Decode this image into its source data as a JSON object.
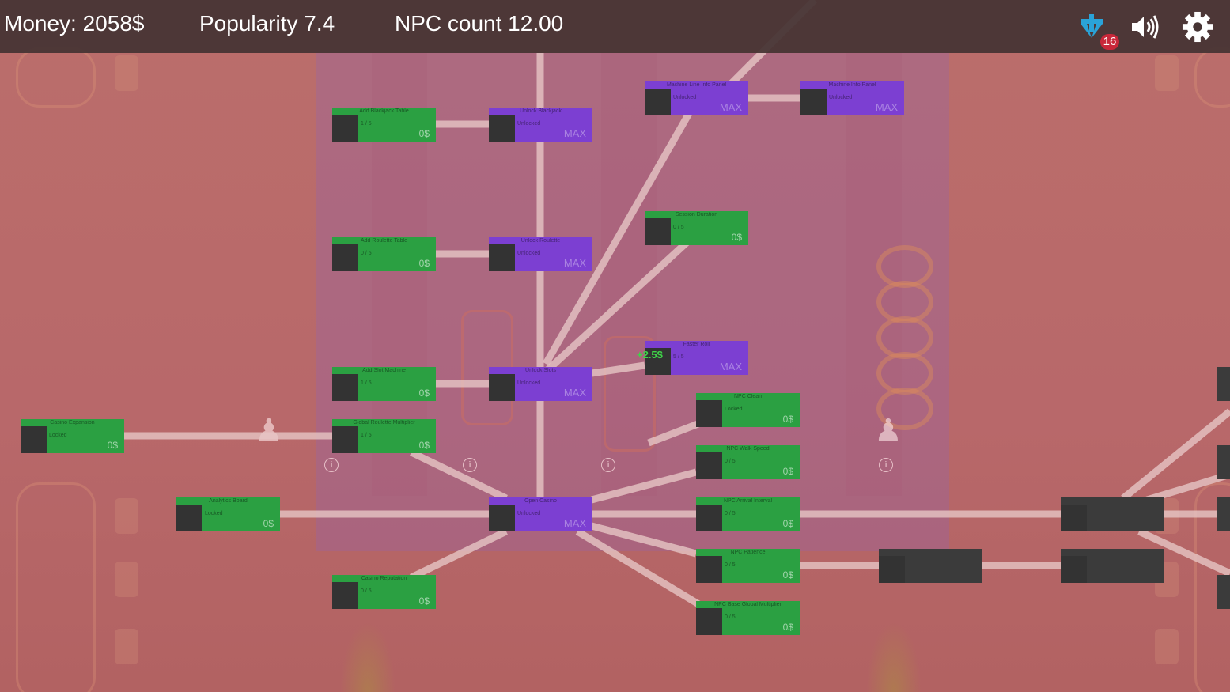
{
  "hud": {
    "money": "Money: 2058$",
    "popularity": "Popularity 7.4",
    "npc": "NPC count 12.00",
    "notifications": "16"
  },
  "colors": {
    "green": "#2ba042",
    "purple": "#7c3fd2",
    "locked": "#3b3b3b",
    "link": "#e6c6c4"
  },
  "icons": [
    "skill-tree-icon",
    "speaker-icon",
    "gear-icon"
  ],
  "floating_text": "+2.5$",
  "nodes": [
    {
      "id": "blackjack",
      "title": "Add Blackjack Table",
      "status": "1 / 5",
      "value": "0$",
      "kind": "green"
    },
    {
      "id": "unlock-blackjack",
      "title": "Unlock Blackjack",
      "status": "Unlocked",
      "value": "MAX",
      "kind": "purple"
    },
    {
      "id": "machine-line",
      "title": "Machine Line Info Panel",
      "status": "Unlocked",
      "value": "MAX",
      "kind": "purple"
    },
    {
      "id": "machine-info",
      "title": "Machine Info Panel",
      "status": "Unlocked",
      "value": "MAX",
      "kind": "purple"
    },
    {
      "id": "session",
      "title": "Session Duration",
      "status": "0 / 5",
      "value": "0$",
      "kind": "green"
    },
    {
      "id": "roulette",
      "title": "Add Roulette Table",
      "status": "0 / 5",
      "value": "0$",
      "kind": "green"
    },
    {
      "id": "unlock-roulette",
      "title": "Unlock Roulette",
      "status": "Unlocked",
      "value": "MAX",
      "kind": "purple"
    },
    {
      "id": "faster-roll",
      "title": "Faster Roll",
      "status": "5 / 5",
      "value": "MAX",
      "kind": "purple"
    },
    {
      "id": "slot",
      "title": "Add Slot Machine",
      "status": "1 / 5",
      "value": "0$",
      "kind": "green"
    },
    {
      "id": "unlock-slots",
      "title": "Unlock Slots",
      "status": "Unlocked",
      "value": "MAX",
      "kind": "purple"
    },
    {
      "id": "npc-clean",
      "title": "NPC Clean",
      "status": "Locked",
      "value": "0$",
      "kind": "green"
    },
    {
      "id": "casino-exp",
      "title": "Casino Expansion",
      "status": "Locked",
      "value": "0$",
      "kind": "green"
    },
    {
      "id": "global-roulette",
      "title": "Global Roulette Multiplier",
      "status": "1 / 5",
      "value": "0$",
      "kind": "green"
    },
    {
      "id": "npc-walk",
      "title": "NPC Walk Speed",
      "status": "0 / 5",
      "value": "0$",
      "kind": "green"
    },
    {
      "id": "analytics",
      "title": "Analytics Board",
      "status": "Locked",
      "value": "0$",
      "kind": "green"
    },
    {
      "id": "open-casino",
      "title": "Open Casino",
      "status": "Unlocked",
      "value": "MAX",
      "kind": "purple"
    },
    {
      "id": "npc-arrival",
      "title": "NPC Arrival Interval",
      "status": "0 / 5",
      "value": "0$",
      "kind": "green"
    },
    {
      "id": "npc-patience",
      "title": "NPC Patience",
      "status": "0 / 5",
      "value": "0$",
      "kind": "green"
    },
    {
      "id": "casino-rep",
      "title": "Casino Reputation",
      "status": "0 / 5",
      "value": "0$",
      "kind": "green"
    },
    {
      "id": "npc-base",
      "title": "NPC Base Global Multiplier",
      "status": "0 / 5",
      "value": "0$",
      "kind": "green"
    },
    {
      "id": "locked-a",
      "title": "",
      "status": "",
      "value": "",
      "kind": "dark"
    },
    {
      "id": "locked-b",
      "title": "",
      "status": "",
      "value": "",
      "kind": "dark"
    },
    {
      "id": "locked-c",
      "title": "",
      "status": "",
      "value": "",
      "kind": "dark"
    }
  ]
}
